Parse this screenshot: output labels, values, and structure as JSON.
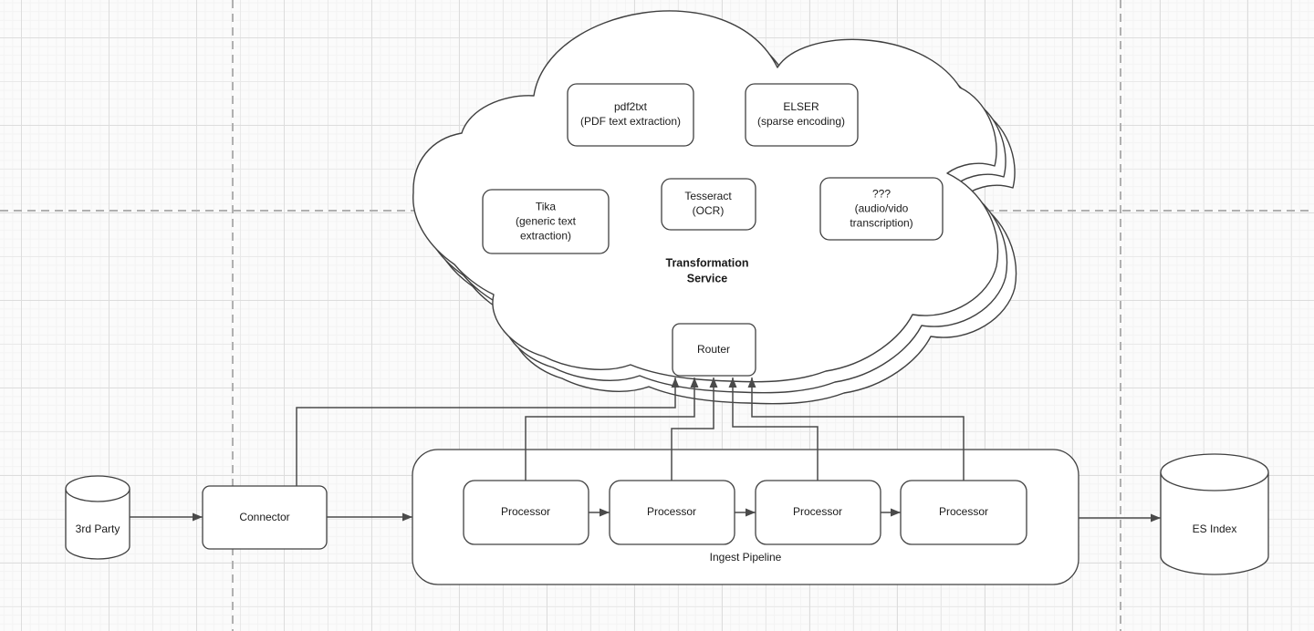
{
  "colors": {
    "stroke": "#404040",
    "edge": "#4a4a4a",
    "text": "#1a1a1a",
    "guide": "#b0b0b0",
    "fill": "#ffffff",
    "bg": "#fbfbfb",
    "grid_minor": "#f3f3f3",
    "grid_major": "#e9e9e9",
    "grid_super": "#dddddd"
  },
  "cloud": {
    "title": "Transformation\nService",
    "router_label": "Router",
    "services": [
      {
        "label": "pdf2txt\n(PDF text extraction)"
      },
      {
        "label": "ELSER\n(sparse encoding)"
      },
      {
        "label": "Tika\n(generic text\nextraction)"
      },
      {
        "label": "Tesseract\n(OCR)"
      },
      {
        "label": "???\n(audio/vido\ntranscription)"
      }
    ]
  },
  "pipeline": {
    "label": "Ingest Pipeline",
    "processors": [
      "Processor",
      "Processor",
      "Processor",
      "Processor"
    ]
  },
  "endpoints": {
    "source_label": "3rd Party",
    "connector_label": "Connector",
    "sink_label": "ES Index"
  }
}
